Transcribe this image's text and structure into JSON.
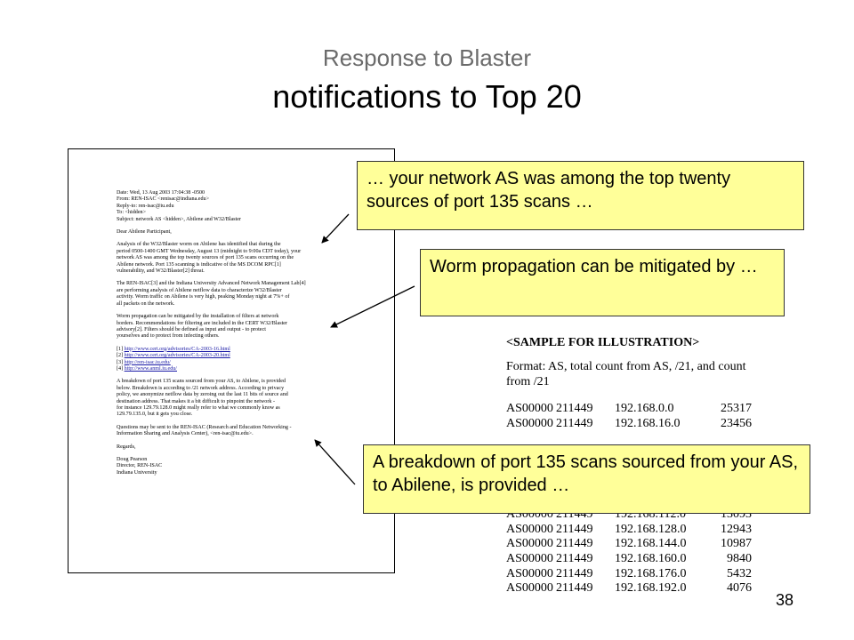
{
  "title": {
    "line1": "Response to Blaster",
    "line2": "notifications to Top 20"
  },
  "email": {
    "header": [
      "Date: Wed, 13 Aug 2003 17:04:38 -0500",
      "From: REN-ISAC <renisac@indiana.edu>",
      "Reply-to: ren-isac@iu.edu",
      "To: <hidden>",
      "Subject: network AS <hidden>, Abilene and W32/Blaster"
    ],
    "greeting": "Dear Abilene Participant,",
    "para1": [
      "Analysis of the W32/Blaster worm on Abilene has identified that during the",
      "period 0500-1400 GMT Wednesday, August 13 (midnight to 9:00a CDT today), your",
      "network AS was among the top twenty sources of port 135 scans occurring on the",
      "Abilene network. Port 135 scanning is indicative of the MS DCOM RPC[1]",
      "vulnerability, and W32/Blaster[2] threat."
    ],
    "para2": [
      "The REN-ISAC[3] and the Indiana University Advanced Network Management Lab[4]",
      "are performing analysis of Abilene netflow data to characterize W32/Blaster",
      "activity. Worm traffic on Abilene is very high, peaking Monday night at 7%+ of",
      "all packets on the network."
    ],
    "para3": [
      "Worm propagation can be mitigated by the installation of filters at network",
      "borders. Recommendations for filtering are included in the CERT W32/Blaster",
      "advisory[2]. Filters should be defined as input and output - to protect",
      "yourselves and to protect from infecting others."
    ],
    "refs": [
      {
        "num": "[1]",
        "url": "http://www.cert.org/advisories/CA-2003-16.html"
      },
      {
        "num": "[2]",
        "url": "http://www.cert.org/advisories/CA-2003-20.html"
      },
      {
        "num": "[3]",
        "url": "http://ren-isac.iu.edu/"
      },
      {
        "num": "[4]",
        "url": "http://www.anml.iu.edu/"
      }
    ],
    "para4": [
      "A breakdown of port 135 scans sourced from your AS, to Abilene, is provided",
      "below. Breakdown is according to /21 network address. According to privacy",
      "policy, we anonymize netflow data by zeroing out the last 11 bits of source and",
      "destination address. That makes it a bit difficult to pinpoint the network -",
      "for instance 129.79.128.0 might really refer to what we commonly know as",
      "129.79.135.0, but it gets you close."
    ],
    "para5": [
      "Questions may be sent to the REN-ISAC (Research and Education Networking -",
      "Information Sharing and Analysis Center), <ren-isac@iu.edu>."
    ],
    "closing": "Regards,",
    "signature": [
      "Doug Pearson",
      "Director, REN-ISAC",
      "Indiana University"
    ]
  },
  "callouts": {
    "c1": "… your network AS was among the top twenty sources of port 135 scans …",
    "c2": "Worm propagation can be mitigated by …",
    "c3": "A breakdown of port 135 scans sourced from your AS, to Abilene, is provided …"
  },
  "sample": {
    "heading": "<SAMPLE FOR ILLUSTRATION>",
    "format": "Format: AS, total count from AS, /21, and count from /21",
    "rows_top": [
      [
        "AS00000",
        "211449",
        "192.168.0.0",
        "25317"
      ],
      [
        "AS00000",
        "211449",
        "192.168.16.0",
        "23456"
      ]
    ],
    "rows_bottom": [
      [
        "AS00000",
        "211449",
        "192.168.112.0",
        "13093"
      ],
      [
        "AS00000",
        "211449",
        "192.168.128.0",
        "12943"
      ],
      [
        "AS00000",
        "211449",
        "192.168.144.0",
        "10987"
      ],
      [
        "AS00000",
        "211449",
        "192.168.160.0",
        "9840"
      ],
      [
        "AS00000",
        "211449",
        "192.168.176.0",
        "5432"
      ],
      [
        "AS00000",
        "211449",
        "192.168.192.0",
        "4076"
      ]
    ]
  },
  "page_number": "38"
}
